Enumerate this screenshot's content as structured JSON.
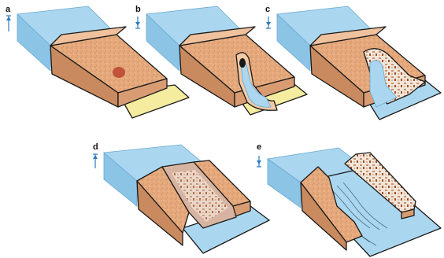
{
  "figure": {
    "panels": [
      {
        "id": "a",
        "label": "a",
        "water_level": "high"
      },
      {
        "id": "b",
        "label": "b",
        "water_level": "low"
      },
      {
        "id": "c",
        "label": "c",
        "water_level": "low"
      },
      {
        "id": "d",
        "label": "d",
        "water_level": "high"
      },
      {
        "id": "e",
        "label": "e",
        "water_level": "low"
      }
    ],
    "colors": {
      "water": "#aad7ef",
      "water_side": "#8cc4e6",
      "dam_face": "#e6a97c",
      "dam_dark": "#c98a5f",
      "sand": "#f5ec9f",
      "water_marker": "#2b7bbf",
      "seepage_spot": "#c0533a",
      "debris_light": "#f2e6da",
      "debris_dark": "#a0522d"
    }
  }
}
